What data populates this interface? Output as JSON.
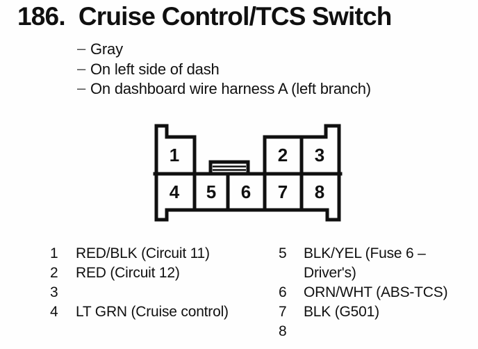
{
  "header": {
    "number": "186.",
    "title": "Cruise Control/TCS Switch",
    "dash": "–",
    "bullets": [
      "Gray",
      "On left side of dash",
      "On dashboard wire harness A (left branch)"
    ]
  },
  "connector": {
    "description": "8-cavity connector, front view",
    "pins": [
      "1",
      "2",
      "3",
      "4",
      "5",
      "6",
      "7",
      "8"
    ]
  },
  "pin_list": {
    "left": [
      {
        "num": "1",
        "label": "RED/BLK (Circuit 11)"
      },
      {
        "num": "2",
        "label": "RED (Circuit 12)"
      },
      {
        "num": "3",
        "label": ""
      },
      {
        "num": "4",
        "label": "LT GRN (Cruise control)"
      }
    ],
    "right": [
      {
        "num": "5",
        "label": "BLK/YEL (Fuse 6 –\nDriver's)"
      },
      {
        "num": "6",
        "label": "ORN/WHT (ABS-TCS)"
      },
      {
        "num": "7",
        "label": "BLK (G501)"
      },
      {
        "num": "8",
        "label": ""
      }
    ]
  },
  "colors": {
    "ink": "#101010",
    "background": "#fefefe"
  }
}
